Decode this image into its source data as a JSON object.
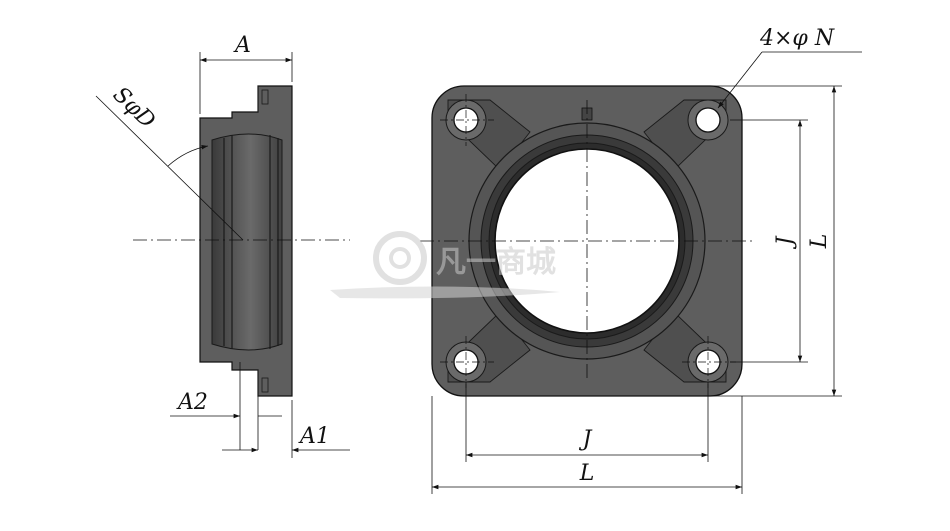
{
  "labels": {
    "A": "A",
    "SD": "SφD",
    "A2": "A2",
    "A1": "A1",
    "holes": "4×φ N",
    "J_h": "J",
    "L_h": "L",
    "J_v": "J",
    "L_v": "L"
  },
  "watermark": {
    "text": "凡一商城"
  },
  "colors": {
    "body": "#5e5e5e",
    "dark": "#2c2c2c",
    "line": "#111111",
    "hole": "#ffffff"
  }
}
